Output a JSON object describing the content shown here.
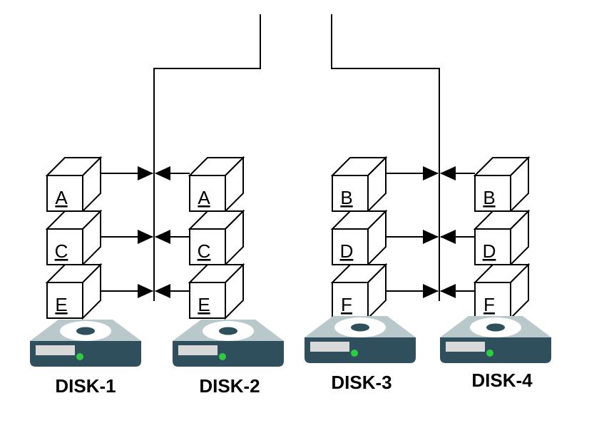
{
  "colors": {
    "stroke": "#000000",
    "disk_top": "#b8c8cb",
    "disk_front": "#2f4f5c",
    "disk_slot": "#d9d9d9",
    "disk_led": "#2ecc40",
    "disk_ring": "#2f4f5c"
  },
  "disks": [
    {
      "label": "DISK-1",
      "blocks": [
        "A",
        "C",
        "E"
      ]
    },
    {
      "label": "DISK-2",
      "blocks": [
        "A",
        "C",
        "E"
      ]
    },
    {
      "label": "DISK-3",
      "blocks": [
        "B",
        "D",
        "F"
      ]
    },
    {
      "label": "DISK-4",
      "blocks": [
        "B",
        "D",
        "F"
      ]
    }
  ],
  "icons": {
    "disk": "hard-drive-icon",
    "block": "cube-block-icon",
    "arrow": "arrowhead-icon"
  }
}
